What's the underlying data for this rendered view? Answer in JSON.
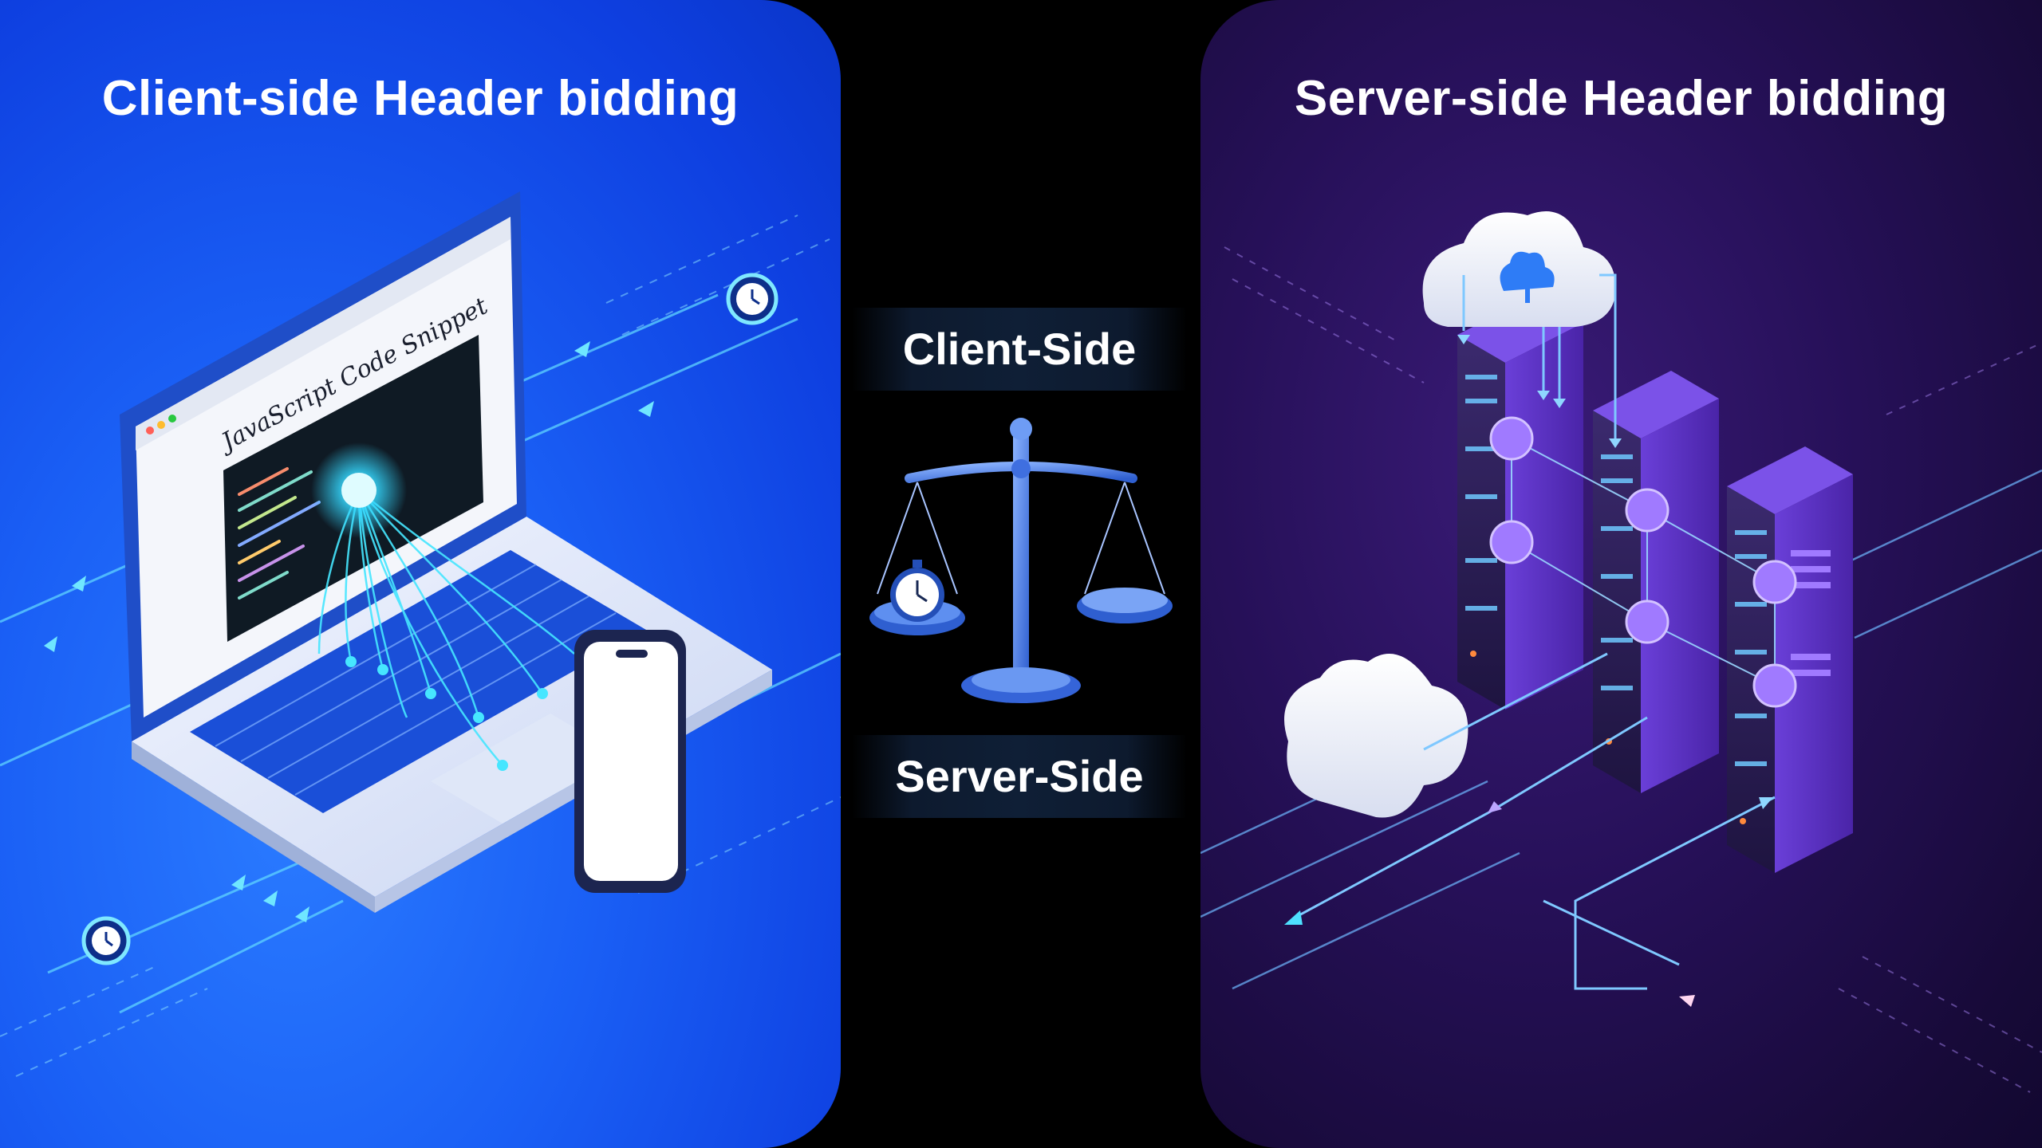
{
  "left": {
    "title": "Client-side Header bidding",
    "code_label": "JavaScript Code Snippet"
  },
  "right": {
    "title": "Server-side Header bidding"
  },
  "center": {
    "top_label": "Client-Side",
    "bottom_label": "Server-Side"
  },
  "colors": {
    "left_bg": "#1a5ff5",
    "right_bg": "#261058",
    "accent_cyan": "#3fe0ff",
    "accent_purple": "#9a6bff",
    "scale_blue": "#4a86f0"
  },
  "icons": [
    "laptop-icon",
    "smartphone-icon",
    "clock-icon",
    "scale-icon",
    "server-rack-icon",
    "cloud-icon",
    "stopwatch-icon"
  ]
}
